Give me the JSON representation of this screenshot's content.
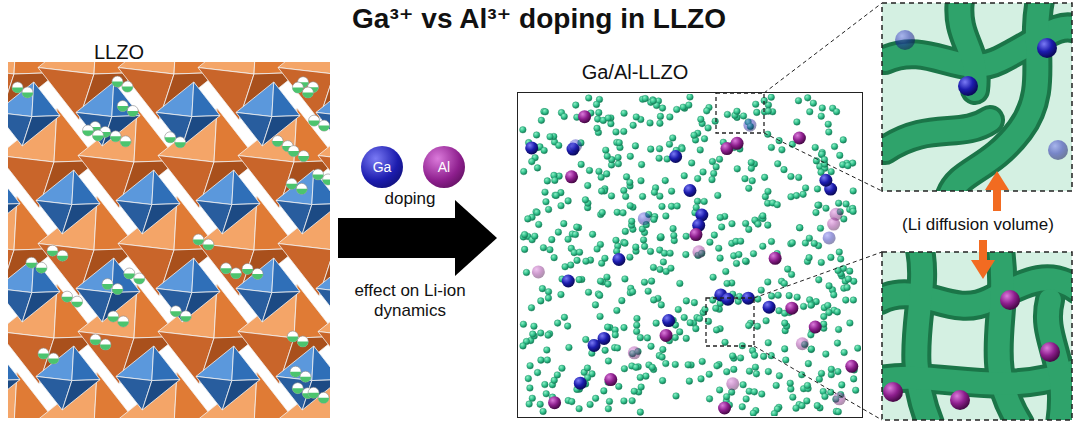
{
  "diagram": {
    "title": "Ga³⁺ vs Al³⁺ doping in LLZO",
    "nodes": [
      {
        "text": [
          "LLZO"
        ]
      },
      {
        "text": [
          "Ga"
        ]
      },
      {
        "text": [
          "Al"
        ]
      },
      {
        "text": [
          "Ga/Al-LLZO"
        ]
      }
    ],
    "edges": [
      {
        "from": 0,
        "to": 3,
        "arrow": "to"
      }
    ],
    "labels": [
      "doping",
      "effect on Li-ion dynamics",
      "(Li diffusion volume)"
    ]
  }
}
